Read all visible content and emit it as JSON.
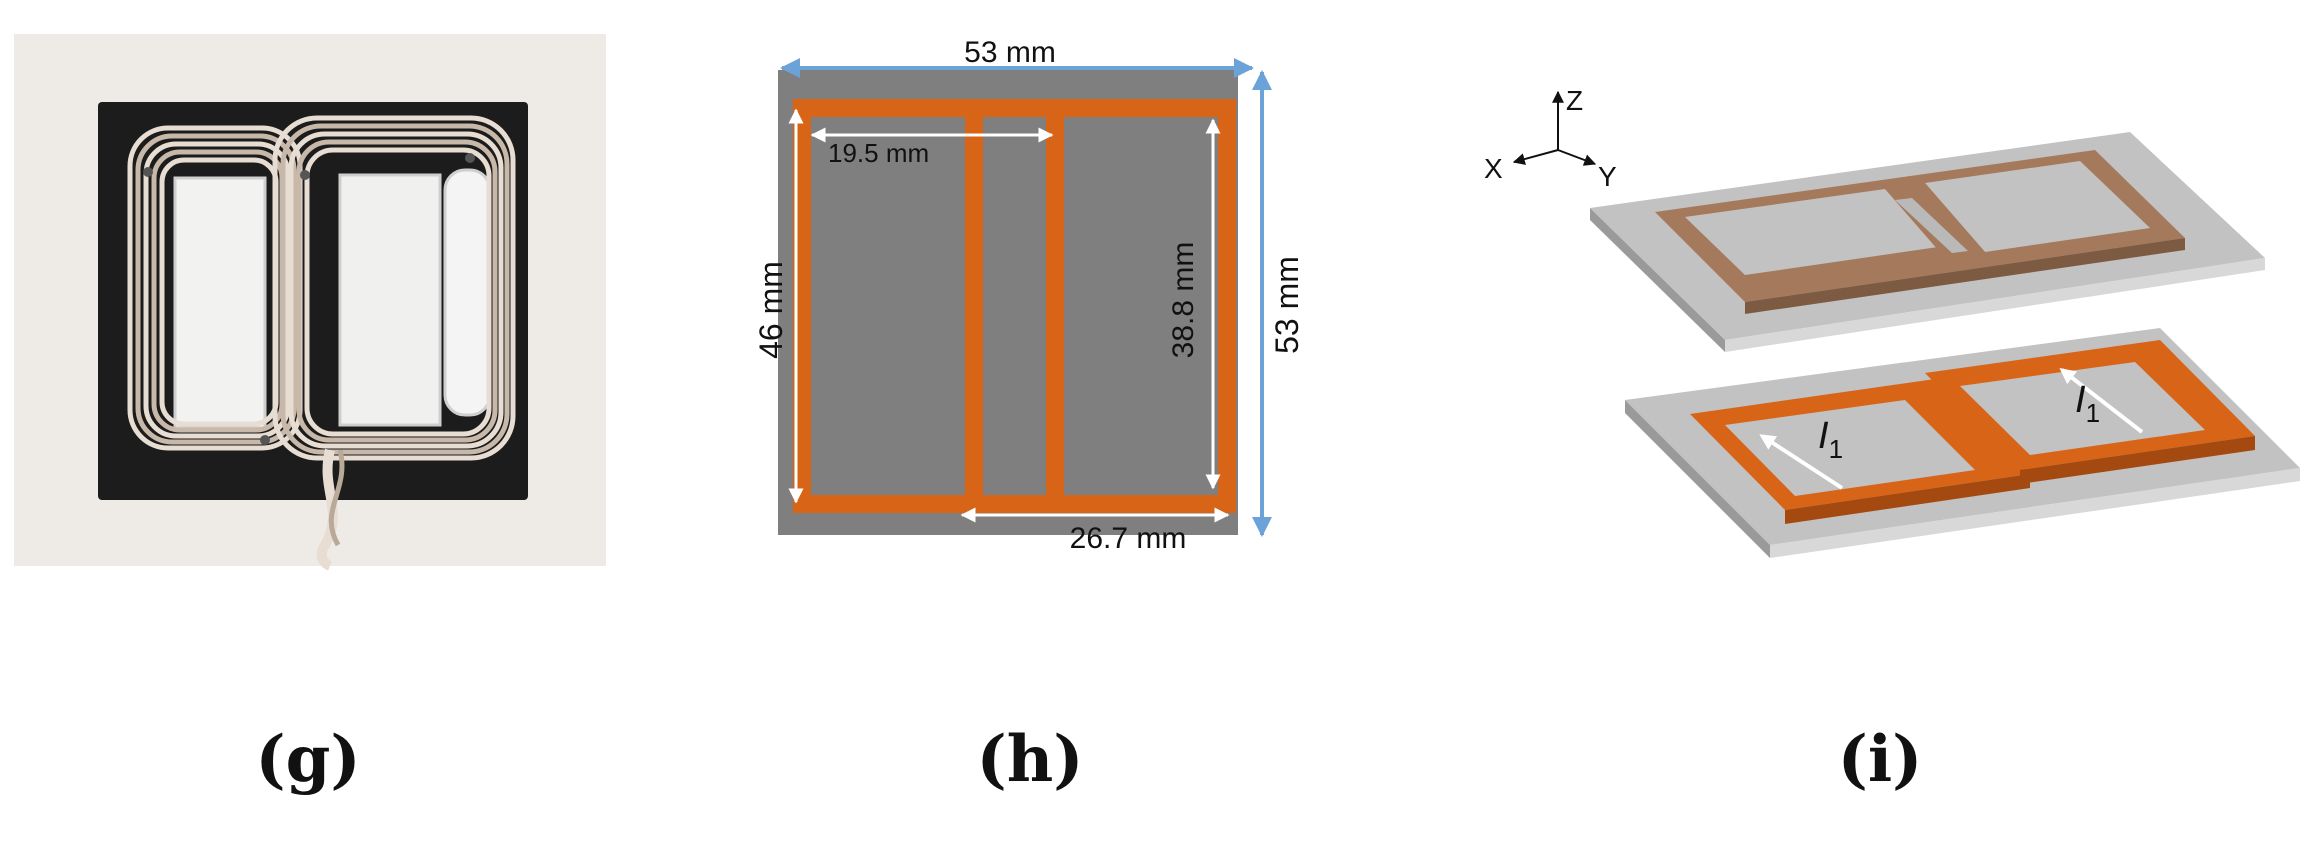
{
  "panels": {
    "g": {
      "label": "(g)"
    },
    "h": {
      "label": "(h)",
      "dims": {
        "top_width": "53 mm",
        "right_height": "53 mm",
        "left_height": "46 mm",
        "inner_width": "19.5 mm",
        "inner_height": "38.8 mm",
        "bottom_width": "26.7 mm"
      }
    },
    "i": {
      "label": "(i)",
      "axes": {
        "z": "Z",
        "x": "X",
        "y": "Y"
      },
      "current_symbol": "I",
      "current_subscript": "1"
    }
  },
  "colors": {
    "copper": "#d86418",
    "plate_gray": "#7f7f7f",
    "dim_blue": "#6ba3d8",
    "dim_white": "#ffffff",
    "board_black": "#1c1c1c",
    "wire": "#e8ddd3"
  }
}
